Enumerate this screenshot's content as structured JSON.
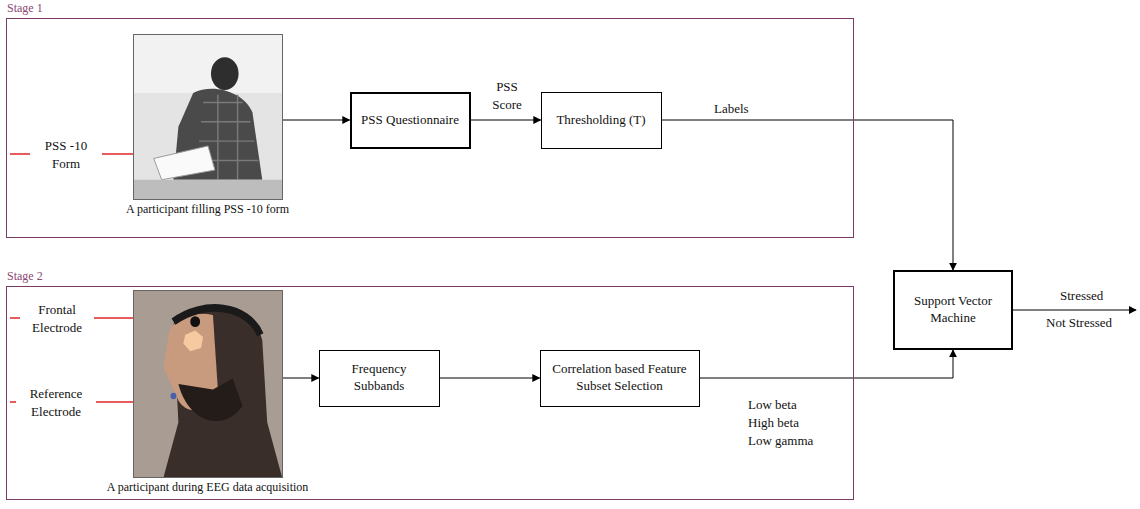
{
  "diagram": {
    "nodes": [
      {
        "text": [
          "Stage 1"
        ]
      },
      {
        "text": [
          "A participant filling PSS -10 form"
        ],
        "in": 0
      },
      {
        "text": [
          "PSS Questionnaire"
        ],
        "in": 0
      },
      {
        "text": [
          "Thresholding (T)"
        ],
        "in": 0
      },
      {
        "text": [
          "Stage 2"
        ]
      },
      {
        "text": [
          "A participant during EEG data acquisition"
        ],
        "in": 4
      },
      {
        "text": [
          "Frequency Subbands"
        ],
        "in": 4
      },
      {
        "text": [
          "Correlation based Feature Subset Selection"
        ],
        "in": 4
      },
      {
        "text": [
          "Support Vector Machine"
        ]
      }
    ],
    "edges": [
      {
        "from": 1,
        "to": 2,
        "arrow": "to"
      },
      {
        "from": 2,
        "to": 3,
        "label": "PSS Score",
        "arrow": "to"
      },
      {
        "from": 3,
        "to": 8,
        "label": "Labels",
        "arrow": "to"
      },
      {
        "from": 5,
        "to": 6,
        "arrow": "to"
      },
      {
        "from": 6,
        "to": 7,
        "arrow": "to"
      },
      {
        "from": 7,
        "to": 8,
        "arrow": "to"
      }
    ],
    "labels": [
      "PSS -10 Form",
      "Frontal Electrode",
      "Reference Electrode",
      "Stressed",
      "Not Stressed",
      "Low beta",
      "High beta",
      "Low gamma"
    ]
  }
}
